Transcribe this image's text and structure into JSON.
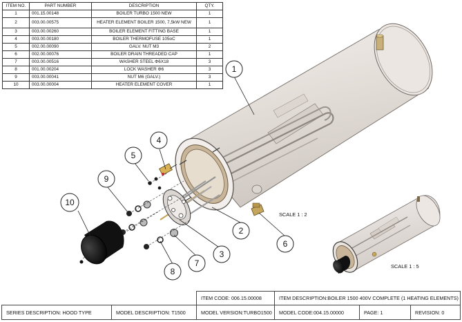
{
  "bom": {
    "headers": [
      "ITEM NO.",
      "PART NUMBER",
      "DESCRIPTION",
      "QTY."
    ],
    "rows": [
      {
        "item": "1",
        "part": "001.15.00148",
        "desc": "BOILER TURBO 1500 NEW",
        "qty": "1"
      },
      {
        "item": "2",
        "part": "003.00.00575",
        "desc": "HEATER ELEMENT BOILER 1500, 7,5kW NEW",
        "qty": "1"
      },
      {
        "item": "3",
        "part": "003.00.00260",
        "desc": "BOILER ELEMENT FITTING BASE",
        "qty": "1"
      },
      {
        "item": "4",
        "part": "003.00.00180",
        "desc": "BOILER THERMOFUSE 105oC",
        "qty": "1"
      },
      {
        "item": "5",
        "part": "002.00.00090",
        "desc": "GALV. NUT M3",
        "qty": "2"
      },
      {
        "item": "6",
        "part": "002.00.00076",
        "desc": "BOILER DRAIN THREADED CAP",
        "qty": "1"
      },
      {
        "item": "7",
        "part": "003.00.00516",
        "desc": "WASHER STEEL Φ6X18",
        "qty": "3"
      },
      {
        "item": "8",
        "part": "001.00.00204",
        "desc": "LOCK WASHER Φ6",
        "qty": "3"
      },
      {
        "item": "9",
        "part": "003.00.00041",
        "desc": "NUT M6 (GALV.)",
        "qty": "3"
      },
      {
        "item": "10",
        "part": "003.00.00004",
        "desc": "HEATER ELEMENT COVER",
        "qty": "1"
      }
    ]
  },
  "balloons": [
    "1",
    "2",
    "3",
    "4",
    "5",
    "6",
    "7",
    "8",
    "9",
    "10"
  ],
  "scales": {
    "main": "SCALE 1 : 2",
    "detail": "SCALE 1 : 5"
  },
  "title_block": {
    "item_code_label": "ITEM  CODE:",
    "item_code": "006.15.00008",
    "item_desc_label": "ITEM  DESCRIPTION:",
    "item_desc": "BOILER 1500 400V COMPLETE (1 HEATING ELEMENTS)",
    "series_label": "SERIES DESCRIPTION:",
    "series": "HOOD TYPE",
    "model_desc_label": "MODEL DESCRIPTION:",
    "model_desc": "T1500",
    "model_version_label": "MODEL VERSION:",
    "model_version": "TURBO1500",
    "model_code_label": "MODEL CODE:",
    "model_code": "004.15.00000",
    "page_label": "PAGE:",
    "page": "1",
    "revision_label": "REVISION:",
    "revision": "0"
  }
}
